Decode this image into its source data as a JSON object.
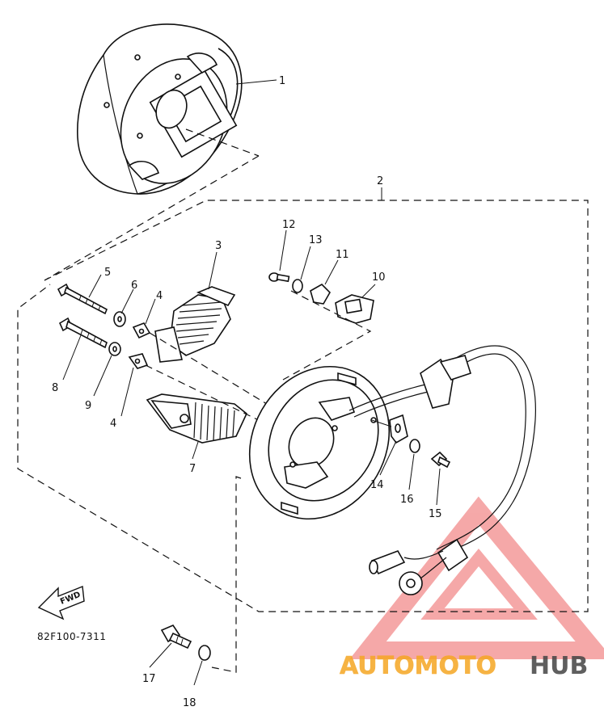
{
  "diagram": {
    "part_numbers": [
      "1",
      "2",
      "3",
      "4",
      "4",
      "5",
      "6",
      "7",
      "8",
      "9",
      "10",
      "11",
      "12",
      "13",
      "14",
      "15",
      "16",
      "17",
      "18"
    ],
    "fwd_label": "FWD",
    "drawing_code": "82F100-7311"
  },
  "watermark": {
    "text_orange": "AUTOMOTO",
    "text_dark": "HUB",
    "colors": {
      "triangle": "#f28c8c",
      "orange": "#f5a623",
      "dark": "#444444"
    }
  }
}
